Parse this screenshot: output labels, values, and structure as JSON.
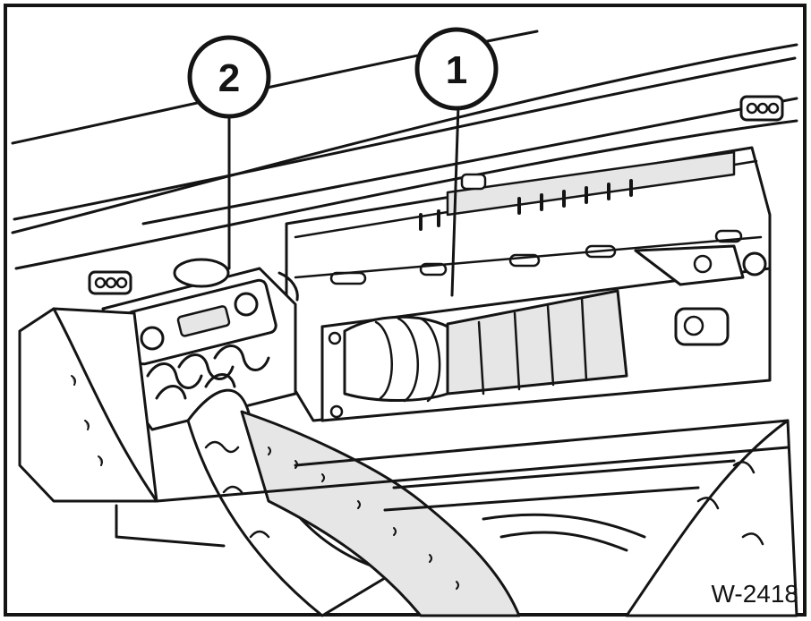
{
  "figure": {
    "id_label": "W-2418"
  },
  "callouts": [
    {
      "number": "1",
      "target": "electronic-control-unit"
    },
    {
      "number": "2",
      "target": "fuse-relay-block"
    }
  ],
  "colors": {
    "ink": "#141414",
    "paper": "#ffffff",
    "shade": "#e6e6e6",
    "stipple": "#9a9a9a"
  }
}
